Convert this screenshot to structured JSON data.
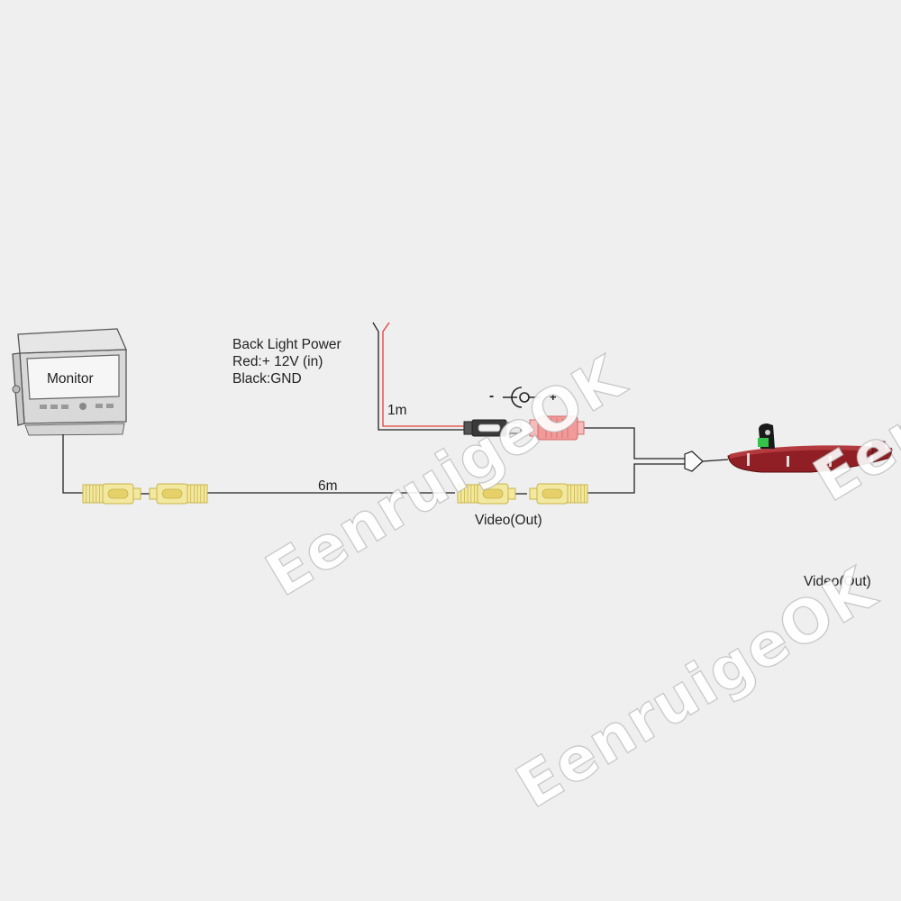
{
  "watermark": "EenruigeOK",
  "labels": {
    "monitor": "Monitor",
    "power_title": "Back Light Power",
    "power_red": "Red:+ 12V (in)",
    "power_black": "Black:GND",
    "power_cable_length": "1m",
    "polarity_minus": "-",
    "polarity_plus": "+",
    "video_cable_length": "6m",
    "video_out_cable": "Video(Out)",
    "video_out_camera": "Video(Out)"
  },
  "colors": {
    "background": "#efefef",
    "wire": "#222222",
    "power_wire_red": "#e23b3b",
    "rca_connector": "#f2e8a0",
    "power_plug_female": "#f19a9a",
    "camera_body": "#8f1f24",
    "camera_module": "#1a1a1a",
    "camera_indicator": "#35c24a"
  },
  "icons": [
    "monitor-icon",
    "rca-connector-icon",
    "dc-power-plug-icon",
    "dc-jack-symbol-icon",
    "brake-light-camera-icon"
  ]
}
